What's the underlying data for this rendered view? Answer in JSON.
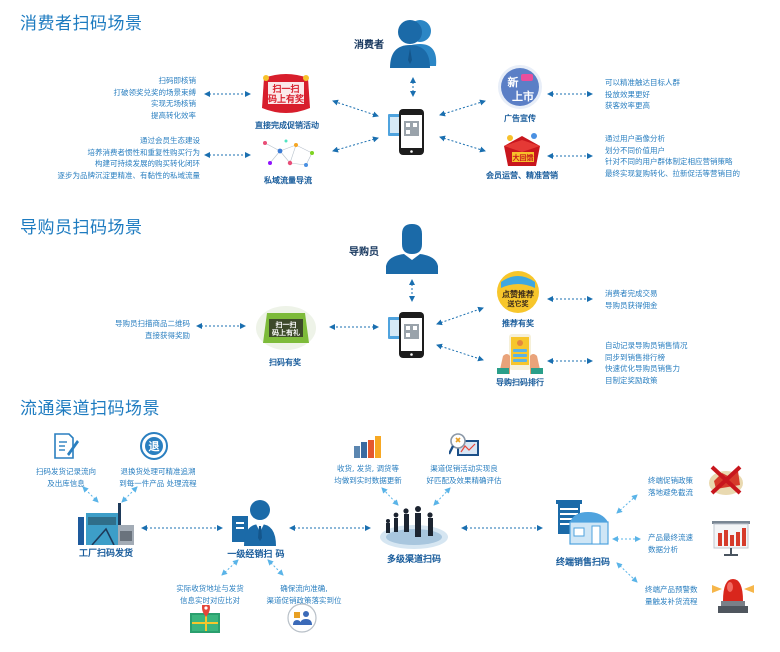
{
  "colors": {
    "title": "#1d7bc0",
    "text": "#2a7fc0",
    "label": "#1a5d9c",
    "actor": "#1b6aa8",
    "arrow_dark": "#1a6fb0",
    "arrow_light": "#5ab4e8"
  },
  "consumer": {
    "title": "消费者扫码场景",
    "actor_label": "消费者",
    "actor_icon": "consumer-user-icon",
    "phone_icon": "qr-phone-icon",
    "nodes": [
      {
        "label": "直接完成促销活动",
        "icon": "scan-prize-badge-icon",
        "desc": [
          "扫码即核销",
          "打破领奖兑奖的场景束缚",
          "实现无场核销",
          "提高转化效率"
        ]
      },
      {
        "label": "私域流量导流",
        "icon": "network-graph-icon",
        "desc": [
          "通过会员生态建设",
          "培养消费者惯性和重复性购买行为",
          "构建可持续发展的购买转化闭环",
          "逐步为品牌沉淀更精准、有黏性的私域流量"
        ]
      },
      {
        "label": "广告宣传",
        "icon": "new-launch-badge-icon",
        "desc": [
          "可以精准触达目标人群",
          "投放效果更好",
          "获客效率更高"
        ]
      },
      {
        "label": "会员运营、精准营销",
        "icon": "gift-box-promo-icon",
        "desc": [
          "通过用户画像分析",
          "划分不同价值用户",
          "针对不同的用户群体制定相应营销策略",
          "最终实现复购转化、拉新促活等营销目的"
        ]
      }
    ]
  },
  "guide": {
    "title": "导购员扫码场景",
    "actor_label": "导购员",
    "actor_icon": "guide-user-icon",
    "phone_icon": "qr-phone-icon",
    "nodes": [
      {
        "label": "扫码有奖",
        "icon": "scan-reward-badge-icon",
        "desc": [
          "导购员扫描商品二维码",
          "直接获得奖励"
        ]
      },
      {
        "label": "推荐有奖",
        "icon": "referral-reward-badge-icon",
        "desc": [
          "消费者完成交易",
          "导购员获得佣金"
        ]
      },
      {
        "label": "导购扫码排行",
        "icon": "ranking-tablet-icon",
        "desc": [
          "自动记录导购员销售情况",
          "同步到销售排行榜",
          "快速优化导购员销售力",
          "目制定奖励政策"
        ]
      }
    ]
  },
  "channel": {
    "title": "流通渠道扫码场景",
    "stages": [
      {
        "label": "工厂扫码发货",
        "icon": "factory-icon"
      },
      {
        "label": "一级经销扫 码",
        "icon": "distributor-icon"
      },
      {
        "label": "多级渠道扫码",
        "icon": "business-people-icon"
      },
      {
        "label": "终端销售扫码",
        "icon": "retail-store-icon"
      }
    ],
    "factory_notes": [
      {
        "icon": "document-edit-icon",
        "desc": [
          "扫码发货记录流向",
          "及出库信息"
        ]
      },
      {
        "icon": "return-circle-icon",
        "glyph": "退",
        "desc": [
          "退换货处理可精准追溯",
          "到每一件产品 处理流程"
        ]
      }
    ],
    "distributor_notes": [
      {
        "icon": "map-pin-icon",
        "desc": [
          "实际收货地址与发货",
          "信息实时对应比对"
        ]
      },
      {
        "icon": "team-lock-icon",
        "desc": [
          "确保流向准确,",
          "渠道促销政策落实到位"
        ]
      }
    ],
    "multi_notes": [
      {
        "icon": "bar-chart-icon",
        "desc": [
          "收货, 发货, 调货等",
          "均做到实时数据更新"
        ]
      },
      {
        "icon": "magnify-analysis-icon",
        "desc": [
          "渠道促销活动实现良",
          "好匹配及效果精确评估"
        ]
      }
    ],
    "retail_notes": [
      {
        "icon": "no-dumping-icon",
        "desc": [
          "终端促销政策",
          "落地避免截流"
        ]
      },
      {
        "icon": "presentation-chart-icon",
        "desc": [
          "产品最终流速",
          "数据分析"
        ]
      },
      {
        "icon": "alarm-siren-icon",
        "desc": [
          "终端产品预警数",
          "量触发补货流程"
        ]
      }
    ]
  }
}
